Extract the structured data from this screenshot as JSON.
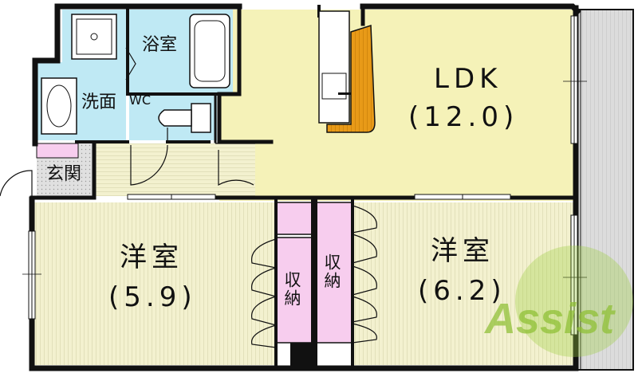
{
  "rooms": {
    "ldk_name": "LDK",
    "ldk_size": "(12.0)",
    "bath": "浴室",
    "washroom": "洗面",
    "wc": "WC",
    "entrance": "玄関",
    "western1_name": "洋室",
    "western1_size": "(5.9)",
    "western2_name": "洋室",
    "western2_size": "(6.2)",
    "storage1": "収納",
    "storage2": "収納"
  },
  "watermark": {
    "text": "Assist"
  },
  "colors": {
    "wall": "#111111",
    "ldk_floor": "#f5f2b8",
    "bedroom_floor": "#f3f1cf",
    "wet_area": "#bfe9f4",
    "storage": "#f7cdee",
    "counter": "#e89a18",
    "balcony": "#dcdcdc",
    "watermark": "#9fcf3f"
  }
}
